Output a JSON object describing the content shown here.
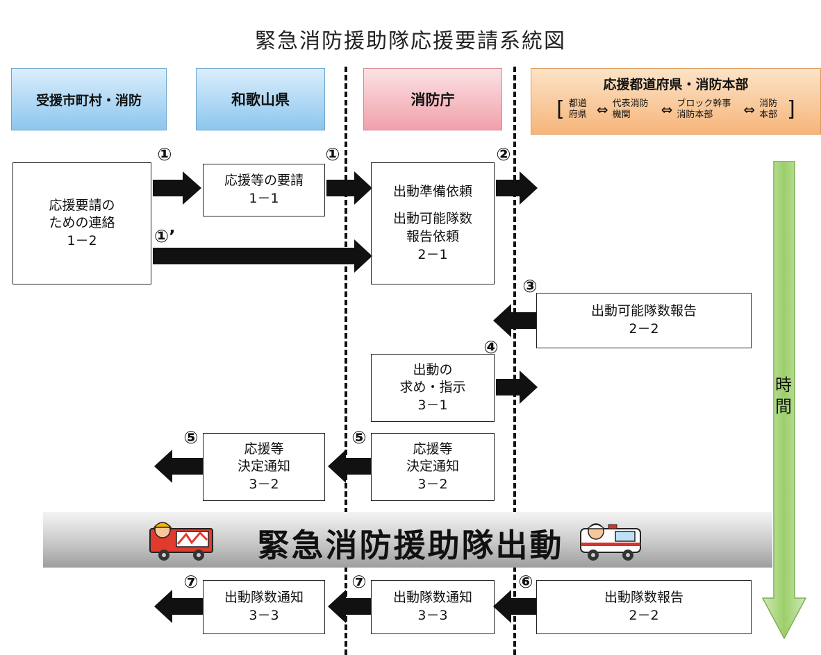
{
  "title": "緊急消防援助隊応援要請系統図",
  "headers": {
    "receiver": "受援市町村・消防",
    "prefecture": "和歌山県",
    "fdma": "消防庁",
    "support": "応援都道府県・消防本部",
    "support_sub": [
      "都道府県",
      "代表消防機関",
      "ブロック幹事消防本部",
      "消防本部"
    ],
    "arrow_glyph": "⇔"
  },
  "steps": {
    "request_contact": [
      "応援要請の",
      "ための連絡",
      "1－2"
    ],
    "support_request": [
      "応援等の要請",
      "1－1"
    ],
    "prep_request": [
      "出動準備依頼",
      "",
      "出動可能隊数",
      "報告依頼",
      "2－1"
    ],
    "available_report": [
      "出動可能隊数報告",
      "2－2"
    ],
    "dispatch_order": [
      "出動の",
      "求め・指示",
      "3－1"
    ],
    "decision_pref": [
      "応援等",
      "決定通知",
      "3－2"
    ],
    "decision_fdma": [
      "応援等",
      "決定通知",
      "3－2"
    ],
    "dispatch_notice_pref": [
      "出動隊数通知",
      "3－3"
    ],
    "dispatch_notice_fdma": [
      "出動隊数通知",
      "3－3"
    ],
    "dispatch_report": [
      "出動隊数報告",
      "2－2"
    ]
  },
  "numbers": {
    "n1a": "①",
    "n1b": "①",
    "n1prime": "①’",
    "n2": "②",
    "n3": "③",
    "n4": "④",
    "n5a": "⑤",
    "n5b": "⑤",
    "n6": "⑥",
    "n7a": "⑦",
    "n7b": "⑦"
  },
  "banner": "緊急消防援助隊出動",
  "timeline_label": "時\n間",
  "colors": {
    "blue": "#8cc6ee",
    "pink": "#f1a0aa",
    "orange": "#f6b57a",
    "timeline": "#9ccf6b",
    "arrow": "#111111"
  }
}
